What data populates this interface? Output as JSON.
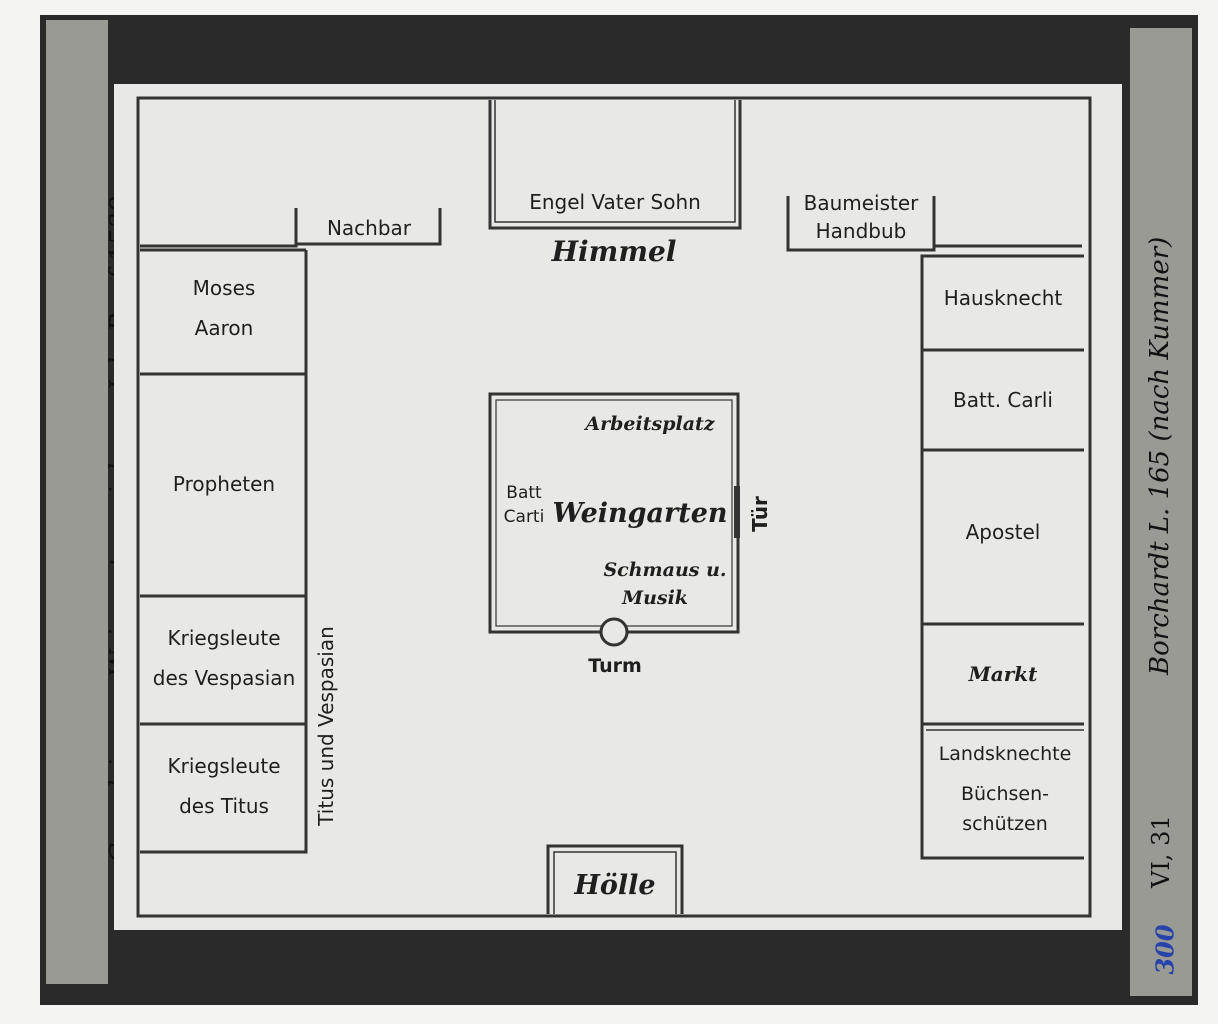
{
  "diagram": {
    "top_center": "Engel Vater Sohn",
    "himmel": "Himmel",
    "nachbar": "Nachbar",
    "baumeister": [
      "Baumeister",
      "Handbub"
    ],
    "left_column": [
      [
        "Moses",
        "Aaron"
      ],
      [
        "Propheten"
      ],
      [
        "Kriegsleute",
        "des Vespasian"
      ],
      [
        "Kriegsleute",
        "des Titus"
      ]
    ],
    "titus_vespasian": "Titus und Vespasian",
    "center": {
      "arbeitsplatz": "Arbeitsplatz",
      "batt_carti": [
        "Batt",
        "Carti"
      ],
      "weingarten": "Weingarten",
      "tuer": "Tür",
      "schmaus": [
        "Schmaus u.",
        "Musik"
      ],
      "turm": "Turm"
    },
    "right_column": [
      [
        "Hausknecht"
      ],
      [
        "Batt. Carli"
      ],
      [
        "Apostel"
      ],
      [
        "Markt"
      ],
      [
        "Landsknechte",
        "Büchsen-",
        "schützen"
      ]
    ],
    "hoelle": "Hölle"
  },
  "handwriting": {
    "left": "Grundriss, zu Weingartenspiel vom Joh. Ruof 1539",
    "right": "Borchardt L. 165 (nach Kummer)",
    "right_bottom": "VI, 31",
    "stamp": "300"
  }
}
